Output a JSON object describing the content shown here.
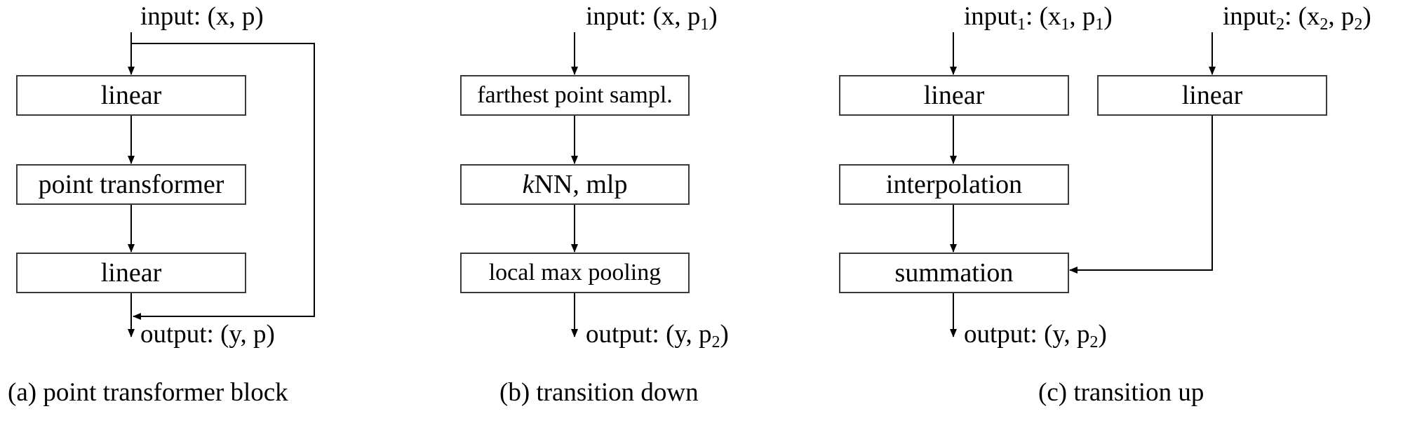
{
  "panel_a": {
    "input": {
      "prefix": "input: (x, p)"
    },
    "linear_top": "linear",
    "point_transformer": "point transformer",
    "linear_bottom": "linear",
    "output": {
      "prefix": "output: (y, p)"
    },
    "caption": "(a) point transformer block"
  },
  "panel_b": {
    "input": {
      "prefix": "input: (x, p",
      "sub": "1",
      "suffix": ")"
    },
    "fps": "farthest point sampl.",
    "knn_k": "k",
    "knn_rest": "NN, mlp",
    "pool": "local max pooling",
    "output": {
      "prefix": "output: (y, p",
      "sub": "2",
      "suffix": ")"
    },
    "caption": "(b) transition down"
  },
  "panel_c": {
    "input1": {
      "word": "input",
      "wsub": "1",
      "mid": ": (x",
      "xsub": "1",
      "comma": ", p",
      "psub": "1",
      "suffix": ")"
    },
    "input2": {
      "word": "input",
      "wsub": "2",
      "mid": ": (x",
      "xsub": "2",
      "comma": ", p",
      "psub": "2",
      "suffix": ")"
    },
    "linear_left": "linear",
    "linear_right": "linear",
    "interp": "interpolation",
    "sum": "summation",
    "output": {
      "prefix": "output: (y, p",
      "sub": "2",
      "suffix": ")"
    },
    "caption": "(c) transition up"
  }
}
